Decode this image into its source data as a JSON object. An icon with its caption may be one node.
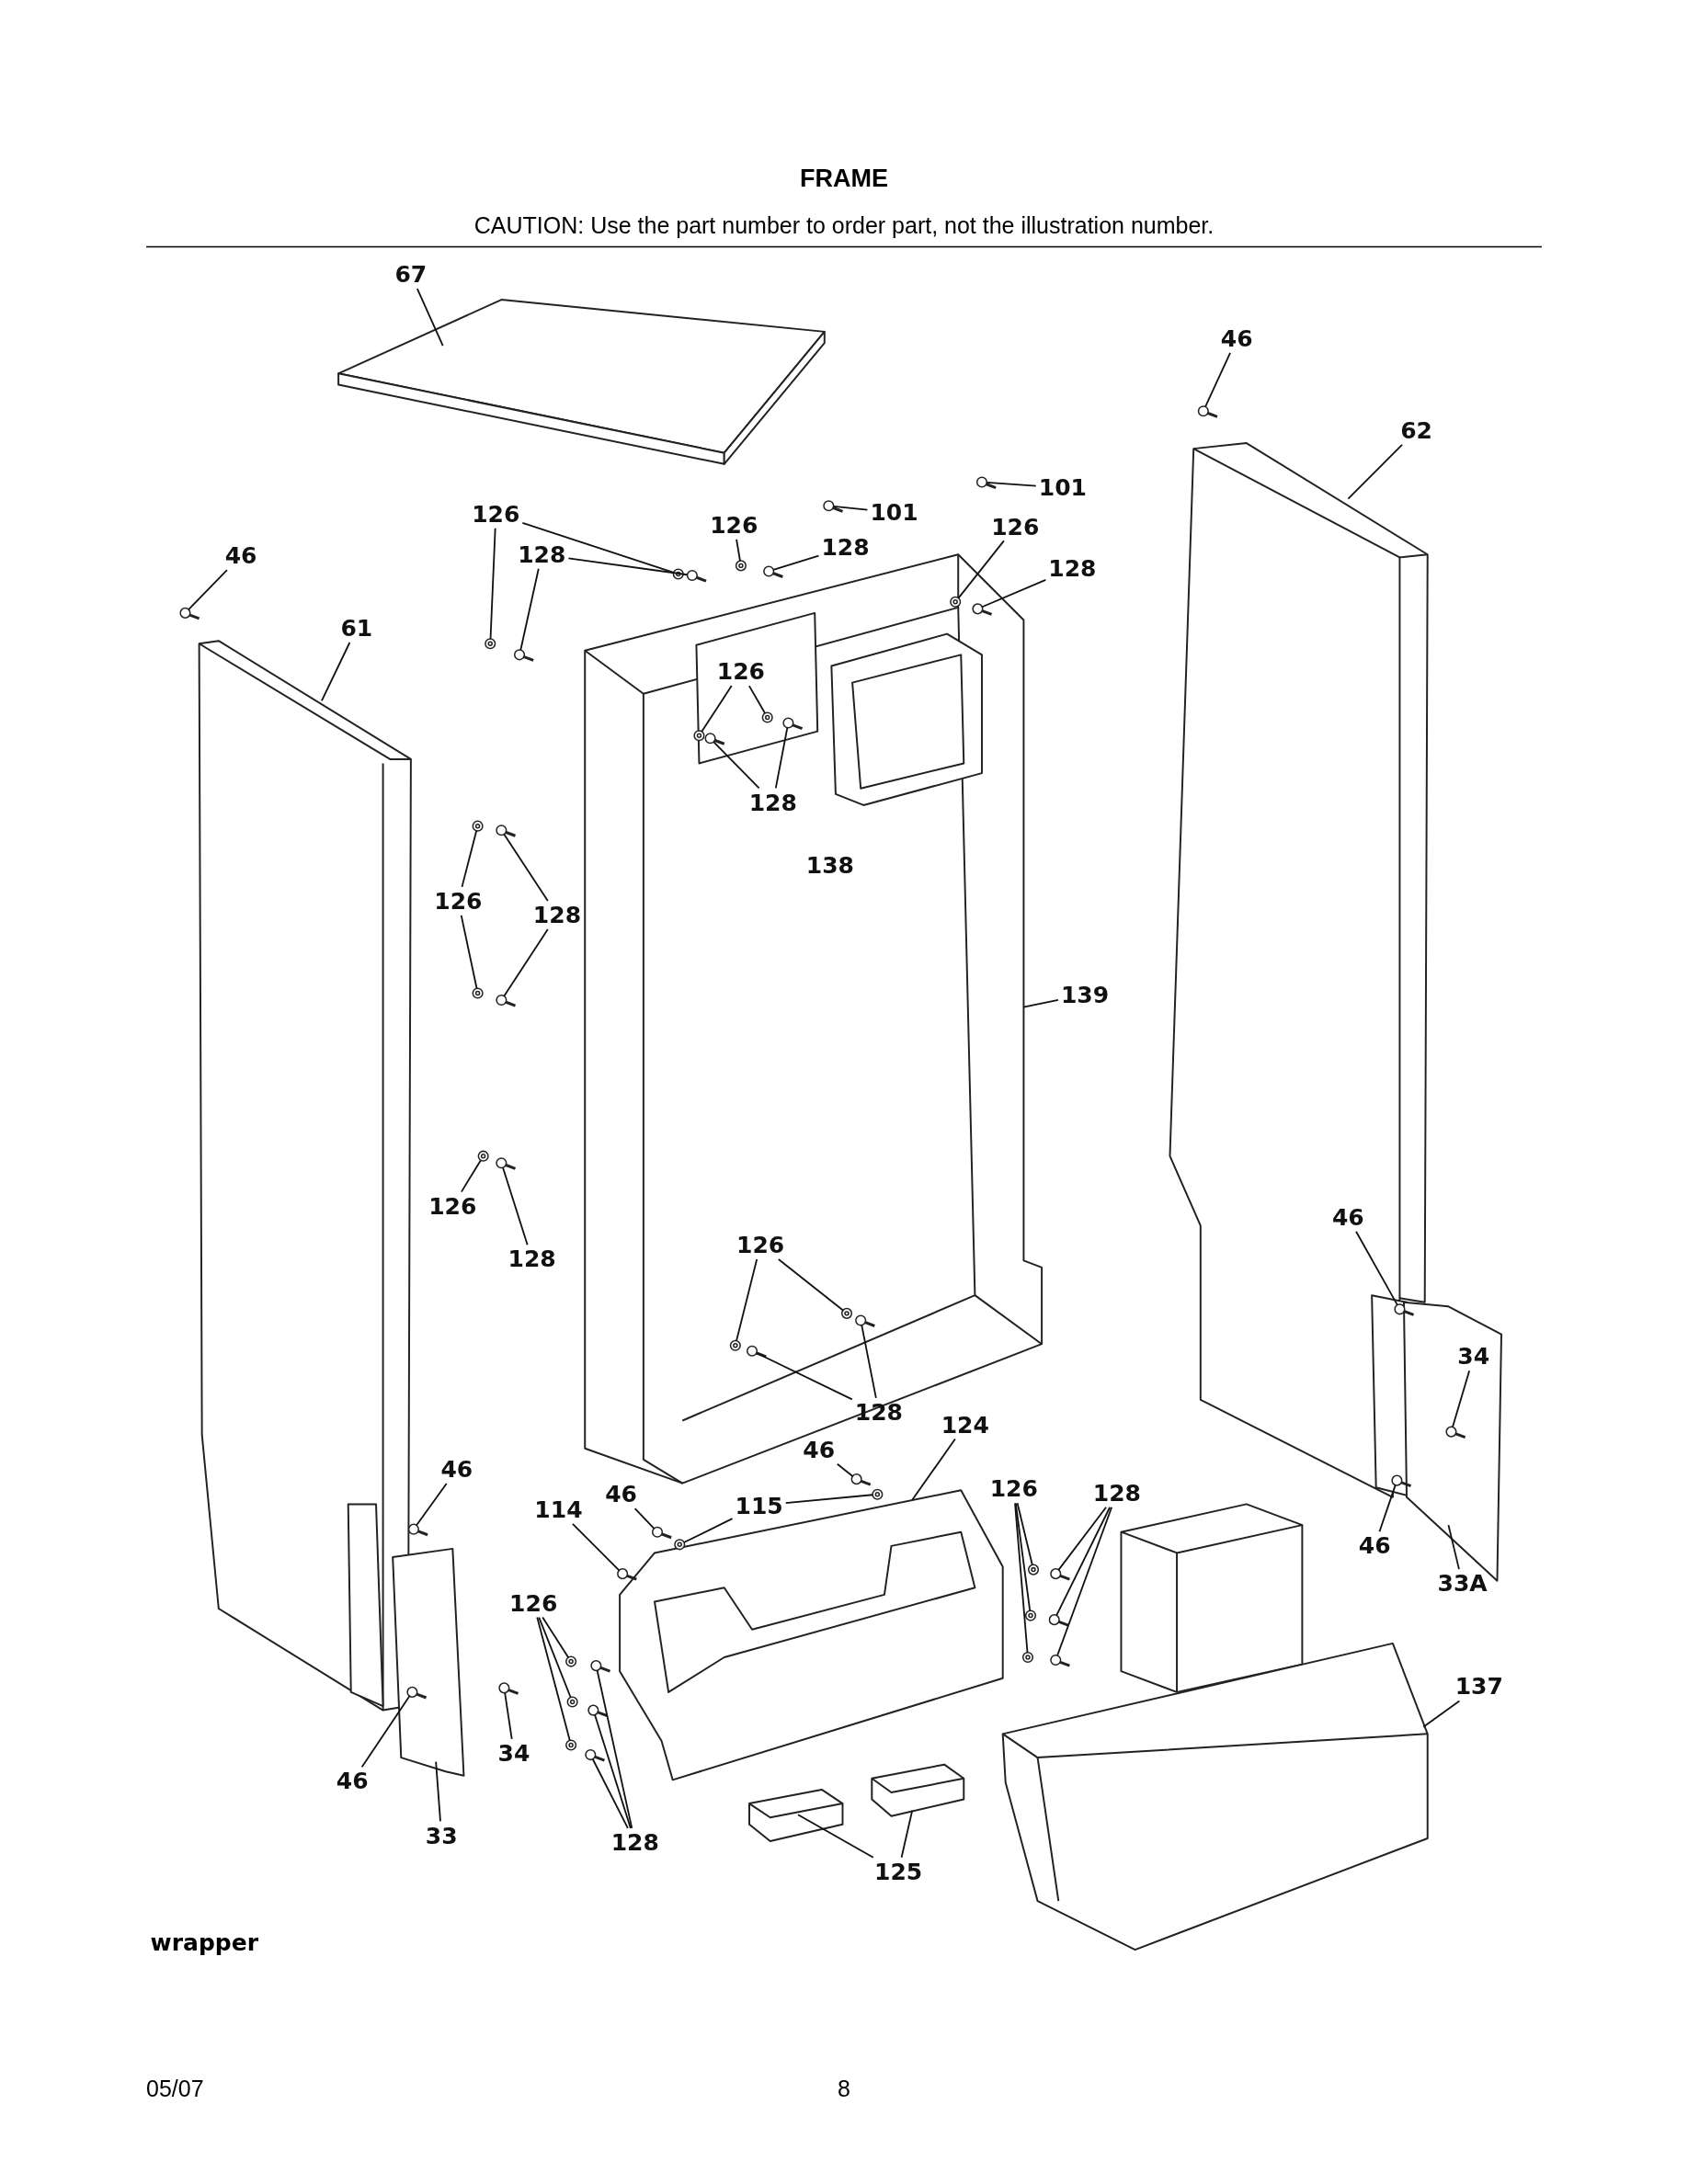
{
  "diagram": {
    "title": "FRAME",
    "nodes": [
      {
        "text": [
          "67"
        ]
      },
      {
        "text": [
          "46"
        ]
      },
      {
        "text": [
          "62"
        ]
      },
      {
        "text": [
          "101"
        ]
      },
      {
        "text": [
          "101"
        ]
      },
      {
        "text": [
          "126"
        ]
      },
      {
        "text": [
          "128"
        ]
      },
      {
        "text": [
          "126"
        ]
      },
      {
        "text": [
          "128"
        ]
      },
      {
        "text": [
          "126"
        ]
      },
      {
        "text": [
          "128"
        ]
      },
      {
        "text": [
          "46"
        ]
      },
      {
        "text": [
          "61"
        ]
      },
      {
        "text": [
          "126"
        ]
      },
      {
        "text": [
          "128"
        ]
      },
      {
        "text": [
          "138"
        ]
      },
      {
        "text": [
          "126"
        ]
      },
      {
        "text": [
          "128"
        ]
      },
      {
        "text": [
          "139"
        ]
      },
      {
        "text": [
          "126"
        ]
      },
      {
        "text": [
          "128"
        ]
      },
      {
        "text": [
          "126"
        ]
      },
      {
        "text": [
          "128"
        ]
      },
      {
        "text": [
          "46"
        ]
      },
      {
        "text": [
          "34"
        ]
      },
      {
        "text": [
          "46"
        ]
      },
      {
        "text": [
          "46"
        ]
      },
      {
        "text": [
          "124"
        ]
      },
      {
        "text": [
          "46"
        ]
      },
      {
        "text": [
          "115"
        ]
      },
      {
        "text": [
          "114"
        ]
      },
      {
        "text": [
          "126"
        ]
      },
      {
        "text": [
          "128"
        ]
      },
      {
        "text": [
          "46"
        ]
      },
      {
        "text": [
          "33A"
        ]
      },
      {
        "text": [
          "126"
        ]
      },
      {
        "text": [
          "137"
        ]
      },
      {
        "text": [
          "46"
        ]
      },
      {
        "text": [
          "34"
        ]
      },
      {
        "text": [
          "33"
        ]
      },
      {
        "text": [
          "128"
        ]
      },
      {
        "text": [
          "125"
        ]
      },
      {
        "text": [],
        "shape": "picture"
      },
      {
        "text": [],
        "shape": "picture"
      },
      {
        "text": [],
        "shape": "picture"
      },
      {
        "text": [],
        "shape": "picture"
      },
      {
        "text": [],
        "shape": "picture"
      },
      {
        "text": [],
        "shape": "picture"
      },
      {
        "text": [],
        "shape": "picture"
      },
      {
        "text": [],
        "shape": "picture"
      },
      {
        "text": [],
        "shape": "picture"
      },
      {
        "text": [],
        "shape": "picture"
      },
      {
        "text": [],
        "shape": "picture"
      },
      {
        "text": [],
        "shape": "picture"
      },
      {
        "text": [],
        "shape": "picture"
      },
      {
        "text": [],
        "shape": "picture"
      },
      {
        "text": [],
        "shape": "picture"
      },
      {
        "text": [],
        "shape": "picture"
      },
      {
        "text": [],
        "shape": "picture"
      },
      {
        "text": [],
        "shape": "picture"
      },
      {
        "text": [],
        "shape": "picture"
      },
      {
        "text": [],
        "shape": "picture"
      },
      {
        "text": [],
        "shape": "picture"
      },
      {
        "text": [],
        "shape": "picture"
      },
      {
        "text": [],
        "shape": "picture"
      },
      {
        "text": [],
        "shape": "picture"
      },
      {
        "text": [],
        "shape": "picture"
      },
      {
        "text": [],
        "shape": "picture"
      },
      {
        "text": [],
        "shape": "picture"
      },
      {
        "text": [],
        "shape": "picture"
      },
      {
        "text": [],
        "shape": "picture"
      },
      {
        "text": [],
        "shape": "picture"
      },
      {
        "text": [],
        "shape": "picture"
      },
      {
        "text": [],
        "shape": "picture"
      },
      {
        "text": [],
        "shape": "picture"
      },
      {
        "text": [],
        "shape": "picture"
      },
      {
        "text": [],
        "shape": "picture"
      },
      {
        "text": [],
        "shape": "picture"
      },
      {
        "text": [],
        "shape": "picture"
      },
      {
        "text": [],
        "shape": "picture"
      },
      {
        "text": [],
        "shape": "picture"
      },
      {
        "text": [],
        "shape": "picture"
      },
      {
        "text": [],
        "shape": "picture"
      },
      {
        "text": [],
        "shape": "picture"
      },
      {
        "text": [],
        "shape": "picture"
      },
      {
        "text": [],
        "shape": "picture"
      },
      {
        "text": [],
        "shape": "picture"
      },
      {
        "text": [],
        "shape": "picture"
      },
      {
        "text": [],
        "shape": "picture"
      },
      {
        "text": [],
        "shape": "picture"
      },
      {
        "text": [],
        "shape": "picture"
      }
    ],
    "edges": [
      {
        "from": 0,
        "to": null,
        "arrow": "none"
      },
      {
        "from": 1,
        "to": 42,
        "arrow": "none"
      },
      {
        "from": 2,
        "to": null,
        "arrow": "none"
      },
      {
        "from": 3,
        "to": 43,
        "arrow": "none"
      },
      {
        "from": 4,
        "to": 44,
        "arrow": "none"
      },
      {
        "from": 5,
        "to": 45,
        "arrow": "none"
      },
      {
        "from": 5,
        "to": 46,
        "arrow": "none"
      },
      {
        "from": 6,
        "to": 47,
        "arrow": "none"
      },
      {
        "from": 6,
        "to": 48,
        "arrow": "none"
      },
      {
        "from": 7,
        "to": 49,
        "arrow": "none"
      },
      {
        "from": 8,
        "to": 50,
        "arrow": "none"
      },
      {
        "from": 9,
        "to": 51,
        "arrow": "none"
      },
      {
        "from": 10,
        "to": 52,
        "arrow": "none"
      },
      {
        "from": 11,
        "to": 53,
        "arrow": "none"
      },
      {
        "from": 12,
        "to": null,
        "arrow": "none"
      },
      {
        "from": 13,
        "to": 54,
        "arrow": "none"
      },
      {
        "from": 13,
        "to": 55,
        "arrow": "none"
      },
      {
        "from": 14,
        "to": 56,
        "arrow": "none"
      },
      {
        "from": 14,
        "to": 57,
        "arrow": "none"
      },
      {
        "from": 16,
        "to": 58,
        "arrow": "none"
      },
      {
        "from": 16,
        "to": 59,
        "arrow": "none"
      },
      {
        "from": 17,
        "to": 60,
        "arrow": "none"
      },
      {
        "from": 17,
        "to": 61,
        "arrow": "none"
      },
      {
        "from": 18,
        "to": null,
        "arrow": "none"
      },
      {
        "from": 19,
        "to": 62,
        "arrow": "none"
      },
      {
        "from": 20,
        "to": 63,
        "arrow": "none"
      },
      {
        "from": 21,
        "to": 64,
        "arrow": "none"
      },
      {
        "from": 21,
        "to": 65,
        "arrow": "none"
      },
      {
        "from": 22,
        "to": 66,
        "arrow": "none"
      },
      {
        "from": 22,
        "to": 67,
        "arrow": "none"
      },
      {
        "from": 23,
        "to": 68,
        "arrow": "none"
      },
      {
        "from": 24,
        "to": 69,
        "arrow": "none"
      },
      {
        "from": 25,
        "to": 70,
        "arrow": "none"
      },
      {
        "from": 26,
        "to": 71,
        "arrow": "none"
      },
      {
        "from": 27,
        "to": null,
        "arrow": "none"
      },
      {
        "from": 28,
        "to": 72,
        "arrow": "none"
      },
      {
        "from": 29,
        "to": 73,
        "arrow": "none"
      },
      {
        "from": 29,
        "to": 74,
        "arrow": "none"
      },
      {
        "from": 30,
        "to": 75,
        "arrow": "none"
      },
      {
        "from": 31,
        "to": 76,
        "arrow": "none"
      },
      {
        "from": 31,
        "to": 77,
        "arrow": "none"
      },
      {
        "from": 31,
        "to": 78,
        "arrow": "none"
      },
      {
        "from": 32,
        "to": 79,
        "arrow": "none"
      },
      {
        "from": 32,
        "to": 80,
        "arrow": "none"
      },
      {
        "from": 32,
        "to": 81,
        "arrow": "none"
      },
      {
        "from": 33,
        "to": 82,
        "arrow": "none"
      },
      {
        "from": 34,
        "to": null,
        "arrow": "none"
      },
      {
        "from": 35,
        "to": 83,
        "arrow": "none"
      },
      {
        "from": 35,
        "to": 84,
        "arrow": "none"
      },
      {
        "from": 35,
        "to": 85,
        "arrow": "none"
      },
      {
        "from": 36,
        "to": null,
        "arrow": "none"
      },
      {
        "from": 37,
        "to": 86,
        "arrow": "none"
      },
      {
        "from": 38,
        "to": 87,
        "arrow": "none"
      },
      {
        "from": 39,
        "to": null,
        "arrow": "none"
      },
      {
        "from": 40,
        "to": 88,
        "arrow": "none"
      },
      {
        "from": 40,
        "to": 89,
        "arrow": "none"
      },
      {
        "from": 40,
        "to": 90,
        "arrow": "none"
      },
      {
        "from": 41,
        "to": null,
        "arrow": "none"
      },
      {
        "from": 41,
        "to": null,
        "arrow": "none"
      }
    ],
    "labels": [
      "CAUTION: Use the part number to order part, not the illustration number.",
      "wrapper",
      "05/07",
      "8"
    ]
  }
}
